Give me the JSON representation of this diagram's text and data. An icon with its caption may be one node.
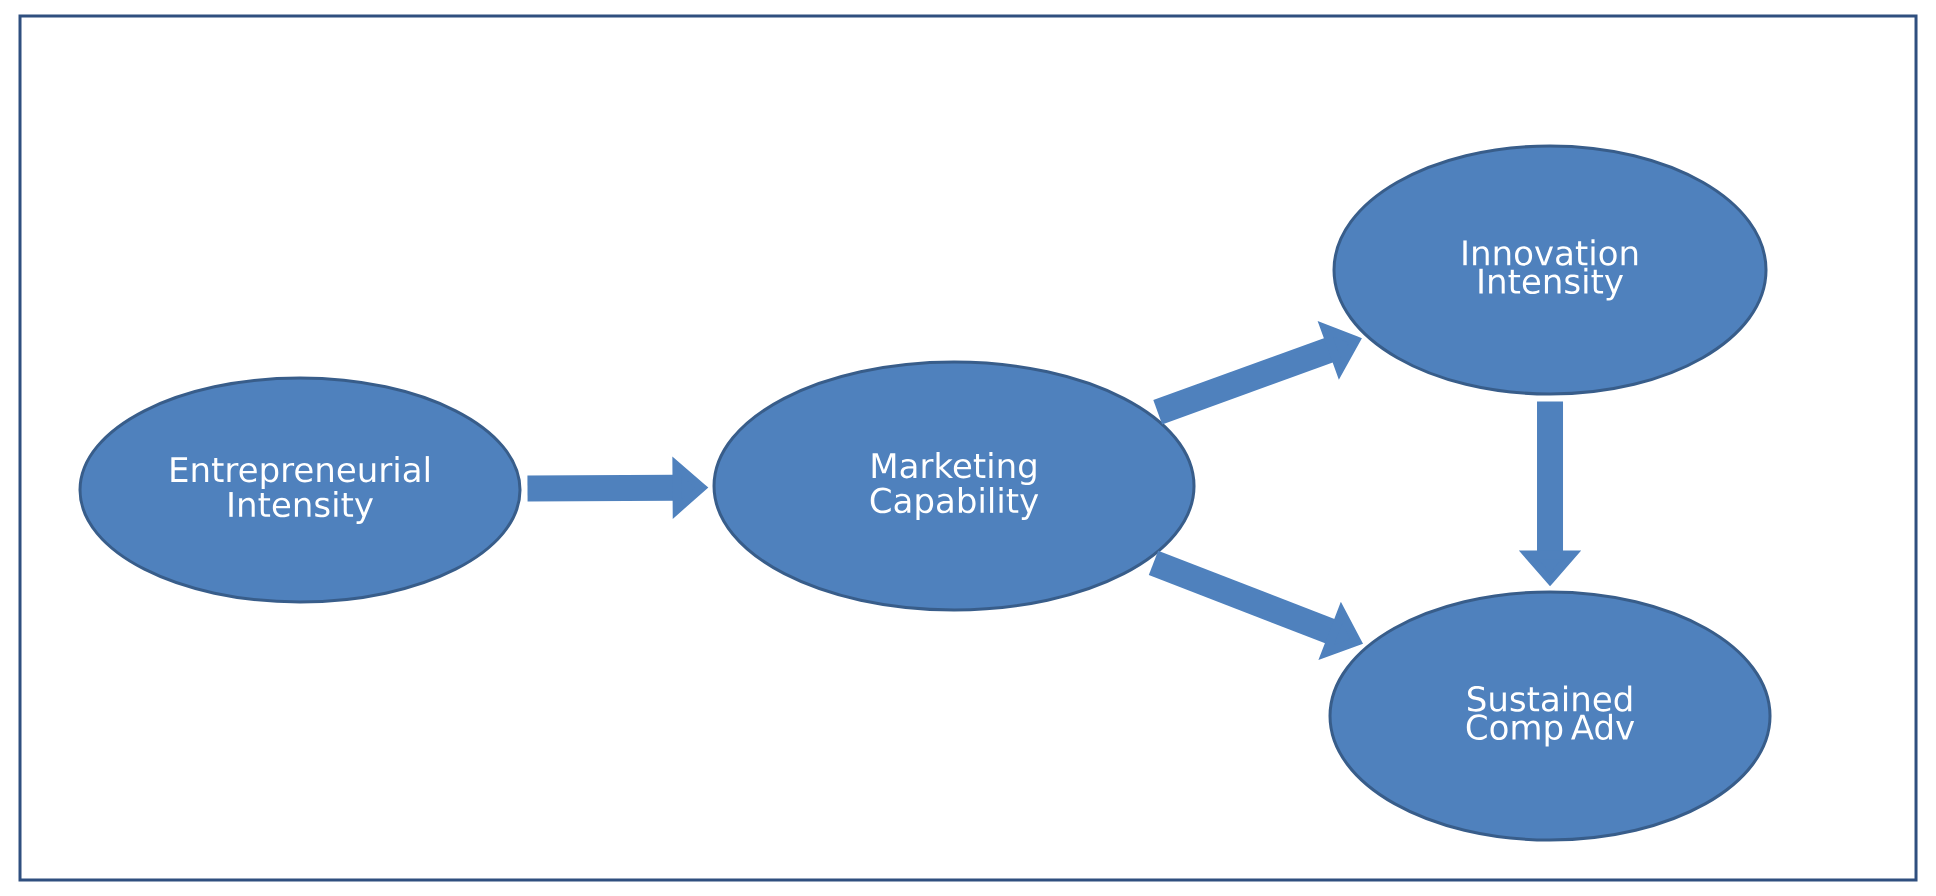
{
  "diagram": {
    "nodes": [
      {
        "text": [
          "Entrepreneurial Intensity"
        ]
      },
      {
        "text": [
          "Marketing Capability"
        ]
      },
      {
        "text": [
          "Innovation Intensity"
        ]
      },
      {
        "text": [
          "Sustained Comp Adv"
        ]
      }
    ],
    "edges": [
      {
        "from": 0,
        "to": 1,
        "arrow": "to"
      },
      {
        "from": 1,
        "to": 2,
        "arrow": "to"
      },
      {
        "from": 1,
        "to": 3,
        "arrow": "to"
      },
      {
        "from": 2,
        "to": 3,
        "arrow": "to"
      }
    ]
  }
}
